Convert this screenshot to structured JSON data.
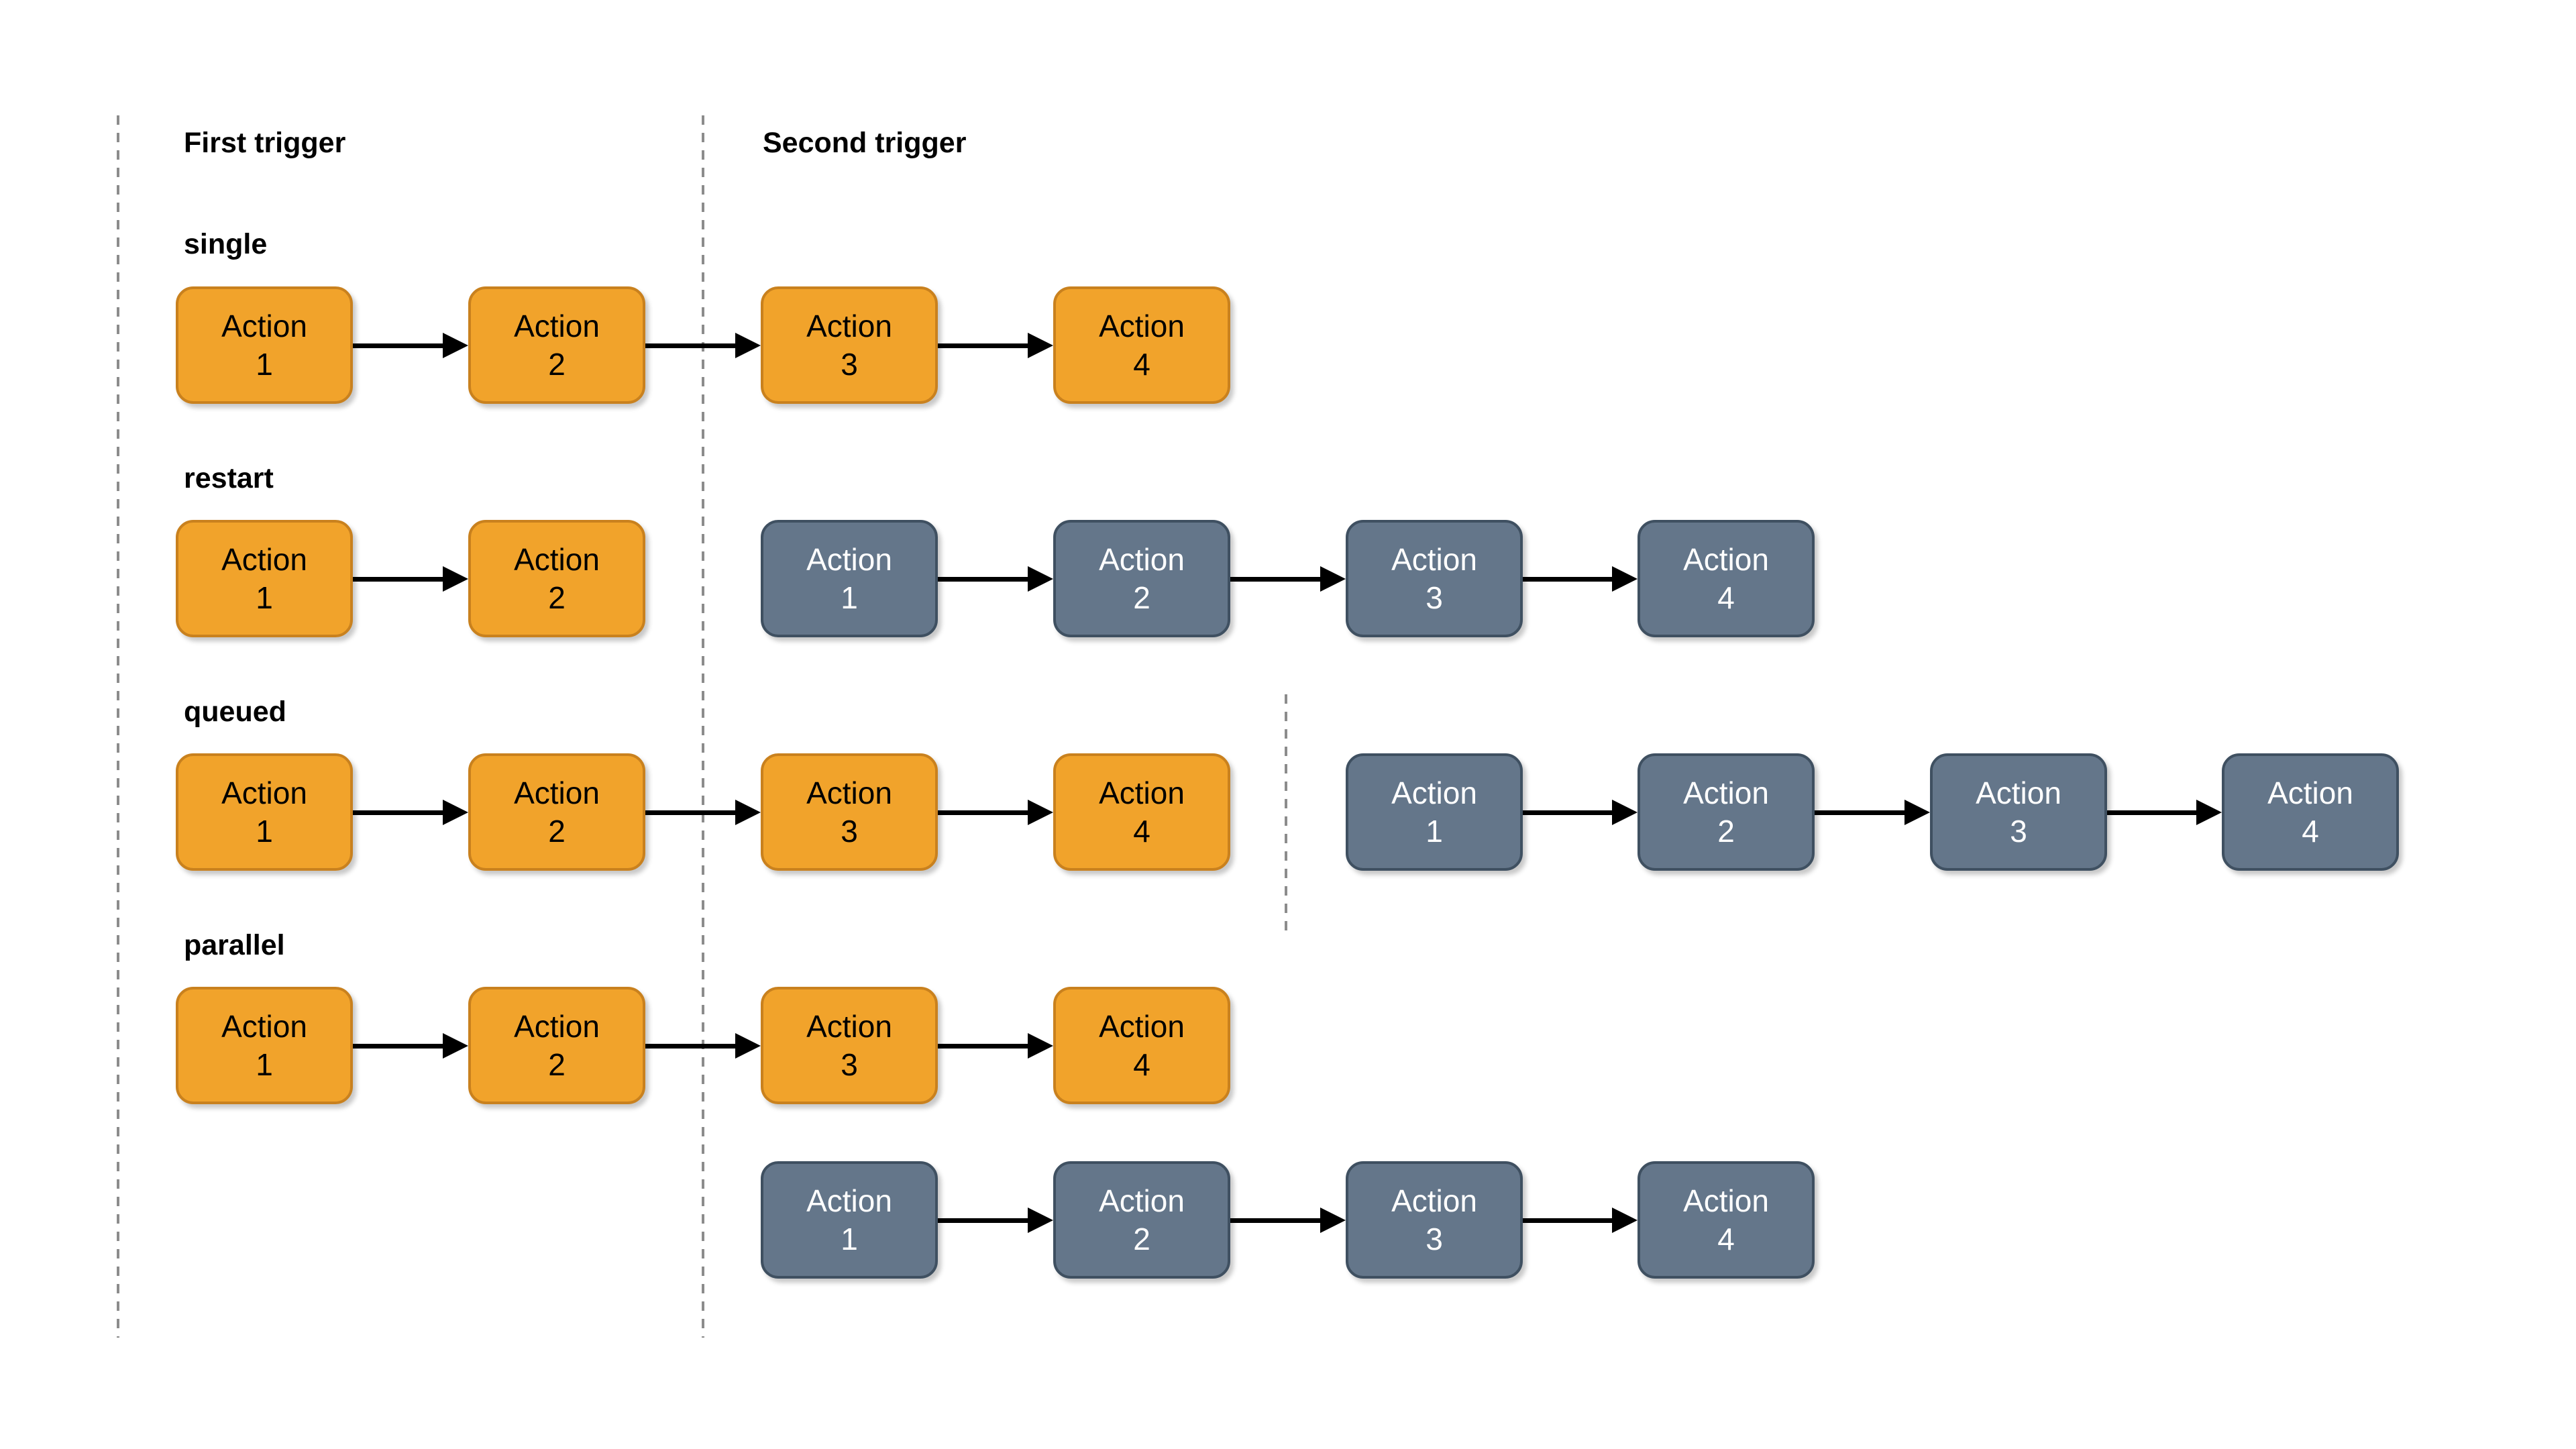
{
  "titles": {
    "first": "First trigger",
    "second": "Second trigger"
  },
  "row_labels": {
    "single": "single",
    "restart": "restart",
    "queued": "queued",
    "parallel": "parallel"
  },
  "box_text": {
    "word": "Action",
    "n1": "1",
    "n2": "2",
    "n3": "3",
    "n4": "4"
  },
  "sequences": [
    {
      "row": "single",
      "segment": "orange",
      "steps": [
        "Action 1",
        "Action 2",
        "Action 3",
        "Action 4"
      ]
    },
    {
      "row": "restart",
      "segment": "orange",
      "steps": [
        "Action 1",
        "Action 2"
      ]
    },
    {
      "row": "restart",
      "segment": "gray",
      "steps": [
        "Action 1",
        "Action 2",
        "Action 3",
        "Action 4"
      ]
    },
    {
      "row": "queued",
      "segment": "orange",
      "steps": [
        "Action 1",
        "Action 2",
        "Action 3",
        "Action 4"
      ]
    },
    {
      "row": "queued",
      "segment": "gray",
      "steps": [
        "Action 1",
        "Action 2",
        "Action 3",
        "Action 4"
      ]
    },
    {
      "row": "parallel",
      "segment": "orange",
      "steps": [
        "Action 1",
        "Action 2",
        "Action 3",
        "Action 4"
      ]
    },
    {
      "row": "parallel",
      "segment": "gray",
      "steps": [
        "Action 1",
        "Action 2",
        "Action 3",
        "Action 4"
      ]
    }
  ],
  "colors": {
    "background": "#FFFFFF",
    "orange_fill": "#F1A32B",
    "orange_stroke": "#C9811E",
    "gray_fill": "#64768A",
    "gray_stroke": "#3F5061",
    "text_on_orange": "#000000",
    "text_on_gray": "#FFFFFF",
    "arrow": "#000000",
    "dashed_line": "#8C8C8C"
  }
}
